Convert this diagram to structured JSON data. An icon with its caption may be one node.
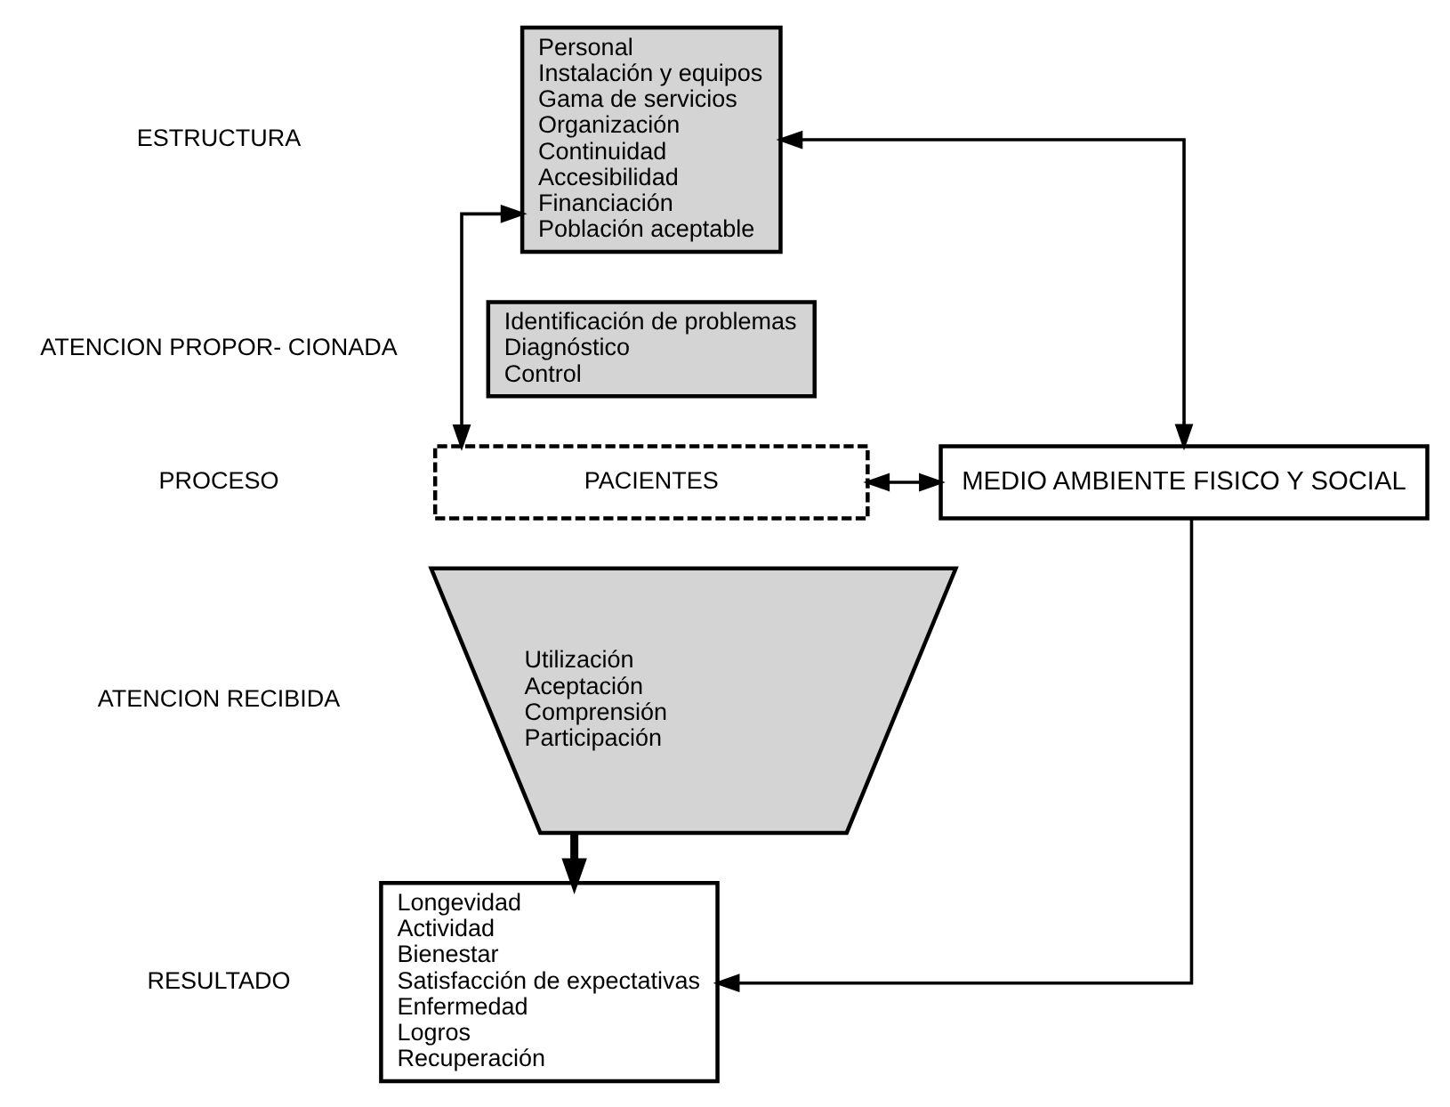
{
  "diagram": {
    "nodes": [
      {
        "text": [
          "Personal",
          "Instalación y equipos",
          "Gama de servicios",
          "Organización",
          "Continuidad",
          "Accesibilidad",
          "Financiación",
          "Población aceptable"
        ]
      },
      {
        "text": [
          "Identificación de problemas",
          "Diagnóstico",
          "Control"
        ]
      },
      {
        "text": [
          "PACIENTES"
        ]
      },
      {
        "text": [
          "Utilización",
          "Aceptación",
          "Comprensión",
          "Participación"
        ]
      },
      {
        "text": [
          "Longevidad",
          "Actividad",
          "Bienestar",
          "Satisfacción de expectativas",
          "Enfermedad",
          "Logros",
          "Recuperación"
        ]
      },
      {
        "text": [
          "MEDIO AMBIENTE FISICO Y SOCIAL"
        ]
      }
    ],
    "edges": [
      {
        "from": 3,
        "to": 4,
        "arrow": "to",
        "style": "thick"
      },
      {
        "from": 5,
        "to": 0,
        "arrow": "both"
      },
      {
        "from": 0,
        "to": 2,
        "arrow": "both"
      },
      {
        "from": 2,
        "to": 5,
        "arrow": "both"
      },
      {
        "from": 5,
        "to": 4,
        "arrow": "to"
      }
    ],
    "labels": [
      "ESTRUCTURA",
      "ATENCION PROPOR- CIONADA",
      "PROCESO",
      "ATENCION RECIBIDA",
      "RESULTADO"
    ]
  }
}
